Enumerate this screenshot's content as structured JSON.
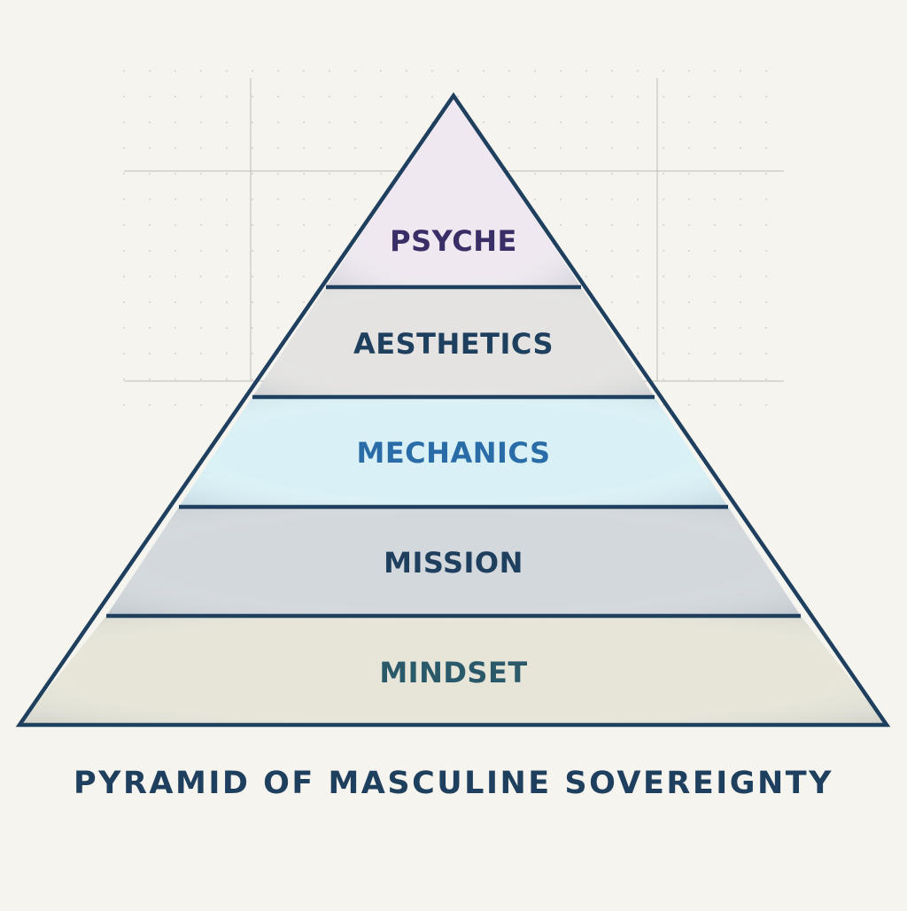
{
  "diagram": {
    "type": "pyramid",
    "title": "PYRAMID OF MASCULINE SOVEREIGNTY",
    "layers_top_to_bottom": [
      {
        "label": "PSYCHE",
        "fill": "#efe8f0",
        "text_color": "#3a2e66"
      },
      {
        "label": "AESTHETICS",
        "fill": "#e4e3e1",
        "text_color": "#1f3f5e"
      },
      {
        "label": "MECHANICS",
        "fill": "#d9f1f6",
        "text_color": "#2a6ca8"
      },
      {
        "label": "MISSION",
        "fill": "#d3d8dc",
        "text_color": "#1f3f5e"
      },
      {
        "label": "MINDSET",
        "fill": "#e7e5d8",
        "text_color": "#2a5a6a"
      }
    ],
    "colors": {
      "outline": "#1f3f5e",
      "background": "#f5f4ef",
      "grid": "#c9c7c1",
      "title": "#1f3f5e"
    }
  }
}
